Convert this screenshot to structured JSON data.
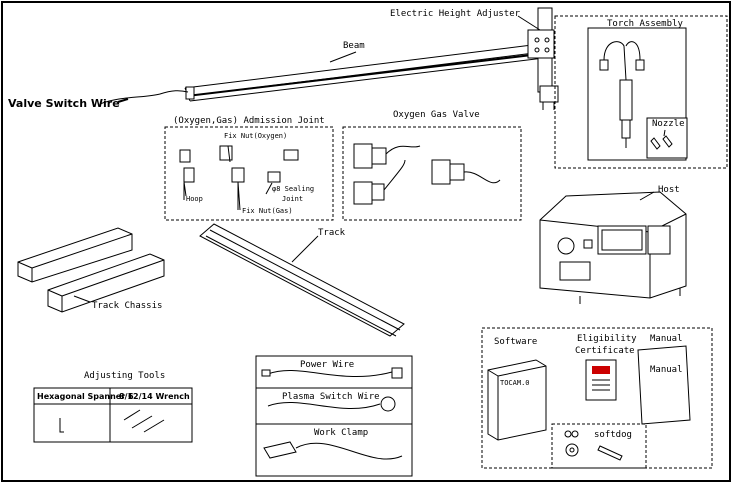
{
  "labels": {
    "electric_height_adjuster": "Electric Height Adjuster",
    "beam": "Beam",
    "valve_switch_wire": "Valve Switch Wire",
    "torch_assembly": "Torch Assembly",
    "nozzle": "Nozzle",
    "admission_joint": "(Oxygen,Gas) Admission Joint",
    "fix_nut_oxygen": "Fix Nut(Oxygen)",
    "hoop": "Hoop",
    "fix_nut_gas": "Fix Nut(Gas)",
    "sealing_joint_1": "φ8 Sealing",
    "sealing_joint_2": "Joint",
    "oxygen_gas_valve": "Oxygen Gas Valve",
    "host": "Host",
    "track": "Track",
    "track_chassis": "Track Chassis",
    "power_wire": "Power Wire",
    "plasma_switch_wire": "Plasma Switch Wire",
    "work_clamp": "Work Clamp",
    "software": "Software",
    "eligibility_1": "Eligibility",
    "eligibility_2": "Certificate",
    "manual_header": "Manual",
    "manual_cover": "Manual",
    "softdog": "softdog",
    "adjusting_tools": "Adjusting Tools",
    "hex_spanner": "Hexagonal Spanner 6",
    "wrench": "8/12/14 Wrench",
    "software_box_text": "TOCAM.0"
  },
  "colors": {
    "line": "#000000",
    "background": "#ffffff"
  }
}
